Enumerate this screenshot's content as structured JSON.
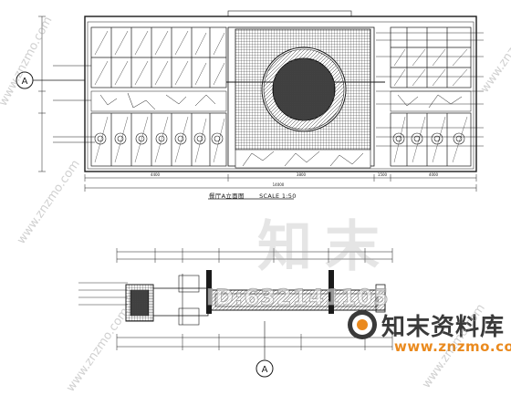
{
  "elevation": {
    "title": "餐厅A立面图",
    "scale": "SCALE 1:50",
    "section_marker": "A",
    "bottom_dims": [
      "4400",
      "3800",
      "1500",
      "4000"
    ],
    "overall_dim": "14000"
  },
  "plan": {
    "section_marker": "A"
  },
  "watermark": {
    "logo_text": "知末",
    "id_text": "ID:632141105",
    "brand_cn": "知末资料库",
    "brand_url": "www.znzmo.com",
    "diagonal_text": "www.znzmo.com"
  },
  "colors": {
    "line": "#1a1a1a",
    "brand_orange": "#ea8a1e"
  }
}
